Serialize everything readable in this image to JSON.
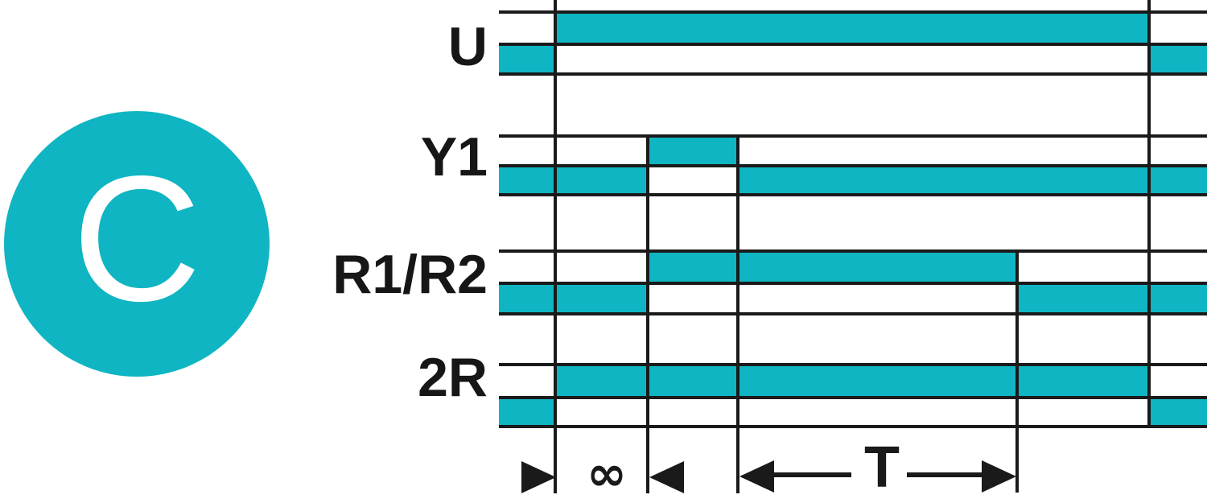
{
  "diagram": {
    "badge_letter": "C",
    "signals": [
      {
        "label": "U",
        "states": [
          {
            "level": "low",
            "from": "start",
            "to": "t1"
          },
          {
            "level": "high",
            "from": "t1",
            "to": "t5"
          },
          {
            "level": "low",
            "from": "t5",
            "to": "end"
          }
        ]
      },
      {
        "label": "Y1",
        "states": [
          {
            "level": "low",
            "from": "start",
            "to": "t2"
          },
          {
            "level": "high",
            "from": "t2",
            "to": "t3"
          },
          {
            "level": "low",
            "from": "t3",
            "to": "end"
          }
        ]
      },
      {
        "label": "R1/R2",
        "states": [
          {
            "level": "low",
            "from": "start",
            "to": "t2"
          },
          {
            "level": "high",
            "from": "t2",
            "to": "t4"
          },
          {
            "level": "low",
            "from": "t4",
            "to": "end"
          }
        ]
      },
      {
        "label": "2R",
        "states": [
          {
            "level": "low",
            "from": "start",
            "to": "t1"
          },
          {
            "level": "high",
            "from": "t1",
            "to": "t5"
          },
          {
            "level": "low",
            "from": "t5",
            "to": "end"
          }
        ]
      }
    ],
    "annotations": {
      "infinity_symbol": "∞",
      "time_span_label": "T",
      "infinity_between": [
        "t1",
        "t2"
      ],
      "time_span_between": [
        "t3",
        "t4"
      ]
    },
    "colors": {
      "accent_teal": "#0fb5c2",
      "line_black": "#1a1a1a"
    }
  }
}
